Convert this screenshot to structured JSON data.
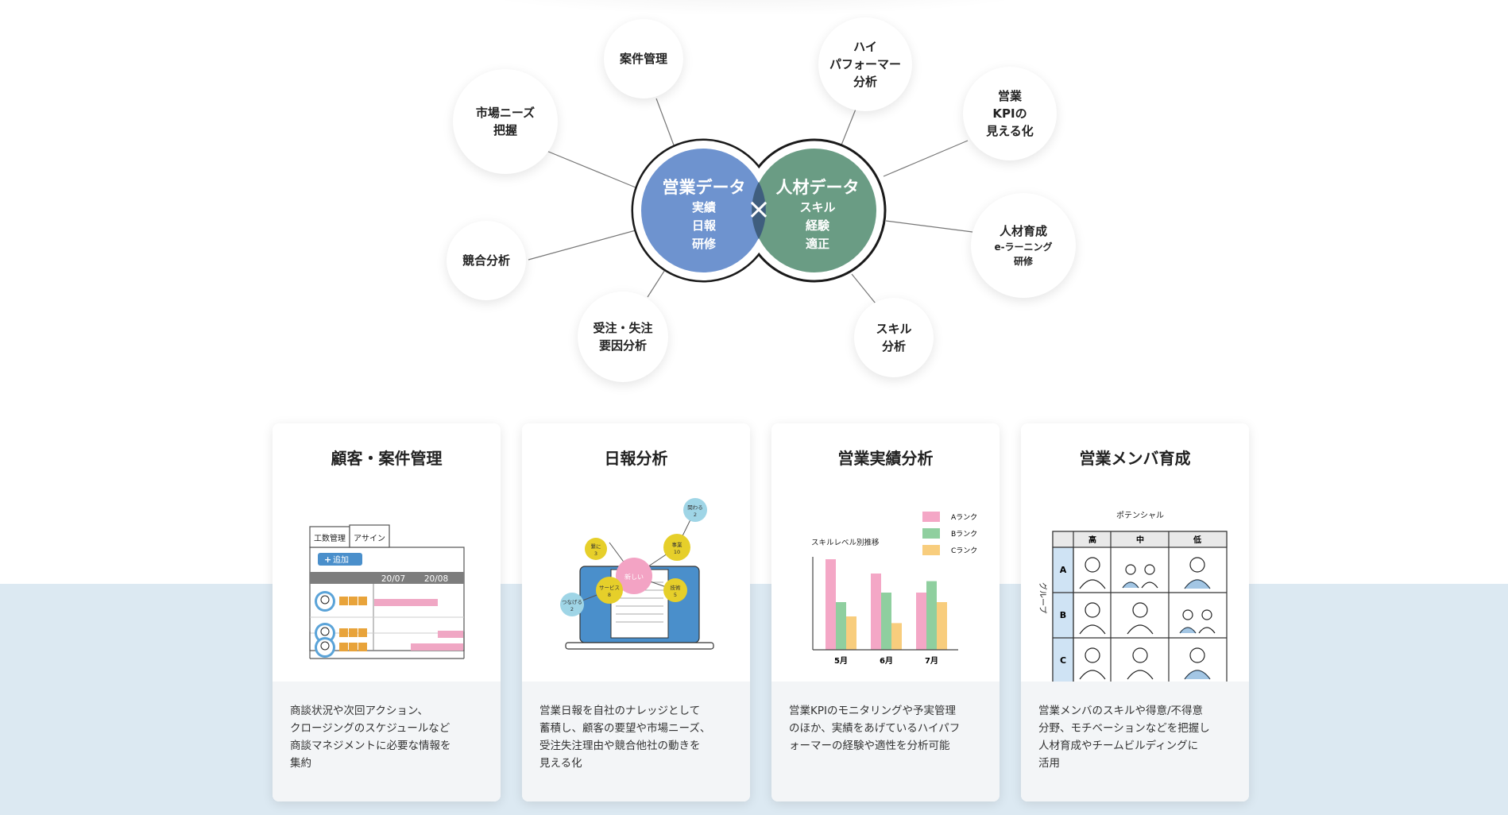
{
  "hub": {
    "left": {
      "title": "営業データ",
      "items": [
        "実績",
        "日報",
        "研修"
      ]
    },
    "right": {
      "title": "人材データ",
      "items": [
        "スキル",
        "経験",
        "適正"
      ]
    },
    "cross": "×"
  },
  "nodes": {
    "anken": [
      "案件管理"
    ],
    "high_performer": [
      "ハイ",
      "パフォーマー",
      "分析"
    ],
    "market": [
      "市場ニーズ",
      "把握"
    ],
    "kpi": [
      "営業",
      "KPIの",
      "見える化"
    ],
    "competitor": [
      "競合分析"
    ],
    "hr_dev": [
      "人材育成",
      "e-ラーニング",
      "研修"
    ],
    "win_loss": [
      "受注・失注",
      "要因分析"
    ],
    "skill": [
      "スキル",
      "分析"
    ]
  },
  "cards": [
    {
      "title": "顧客・案件管理",
      "desc": "商談状況や次回アクション、\nクロージングのスケジュールなど\n商談マネジメントに必要な情報を\n集約",
      "illus": {
        "tabs": [
          "工数管理",
          "アサイン"
        ],
        "add": "追加",
        "dates": [
          "20/07",
          "20/08"
        ]
      }
    },
    {
      "title": "日報分析",
      "desc": "営業日報を自社のナレッジとして\n蓄積し、顧客の要望や市場ニーズ、\n受注失注理由や競合他社の動きを\n見える化",
      "illus": {
        "center": "新しい",
        "bubbles": [
          {
            "label": "関わる",
            "count": "2"
          },
          {
            "label": "事業",
            "count": "10"
          },
          {
            "label": "繋に",
            "count": "3"
          },
          {
            "label": "サービス",
            "count": "8"
          },
          {
            "label": "技術",
            "count": "5"
          },
          {
            "label": "つなげる",
            "count": "2"
          }
        ]
      }
    },
    {
      "title": "営業実績分析",
      "desc": "営業KPIのモニタリングや予実管理\nのほか、実績をあげているハイパフ\nォーマーの経験や適性を分析可能"
    },
    {
      "title": "営業メンバ育成",
      "desc": "営業メンバのスキルや得意/不得意\n分野、モチベーションなどを把握し\n人材育成やチームビルディングに\n活用",
      "illus": {
        "top_label": "ポテンシャル",
        "side_label": "グループ",
        "cols": [
          "高",
          "中",
          "低"
        ],
        "rows": [
          "A",
          "B",
          "C"
        ]
      }
    }
  ],
  "chart_data": {
    "type": "bar",
    "title": "スキルレベル別推移",
    "categories": [
      "5月",
      "6月",
      "7月"
    ],
    "series": [
      {
        "name": "Aランク",
        "color": "#f4a7c6",
        "values": [
          9.5,
          8.0,
          6.0
        ]
      },
      {
        "name": "Bランク",
        "color": "#8fcf9f",
        "values": [
          5.0,
          6.0,
          7.2
        ]
      },
      {
        "name": "Cランク",
        "color": "#f8cd7d",
        "values": [
          3.5,
          2.8,
          5.0
        ]
      }
    ],
    "ylim": [
      0,
      10
    ],
    "legend": "top-right"
  },
  "colors": {
    "hub_left": "#6e93cf",
    "hub_right": "#6a9c84",
    "band": "#dce9f2",
    "accent": "#4a8fcb"
  }
}
